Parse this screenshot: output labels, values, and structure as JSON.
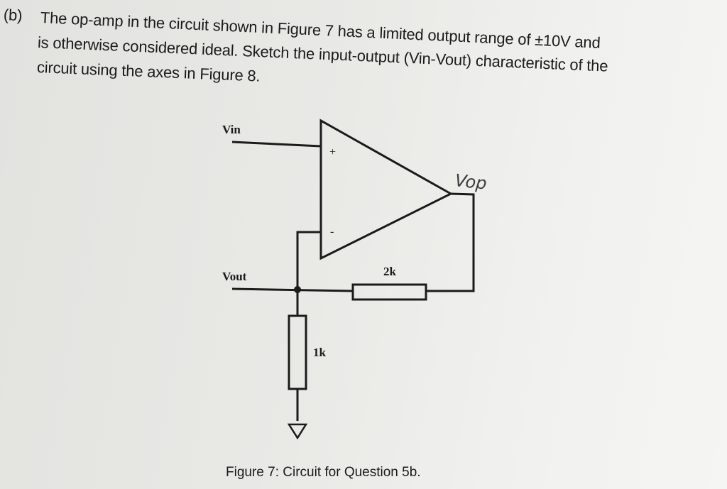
{
  "question": {
    "part_label": "(b)",
    "lines": [
      "The op-amp in the circuit shown in Figure 7 has a limited output range of ±10V and",
      "is otherwise considered ideal. Sketch the input-output (Vin-Vout) characteristic of the",
      "circuit using the axes in Figure 8."
    ]
  },
  "circuit": {
    "vin_label": "Vin",
    "vout_label": "Vout",
    "plus_label": "+",
    "minus_label": "-",
    "feedback_resistor": "2k",
    "ground_resistor": "1k",
    "handwritten_node_label": "Vop"
  },
  "caption": "Figure 7: Circuit for Question 5b."
}
